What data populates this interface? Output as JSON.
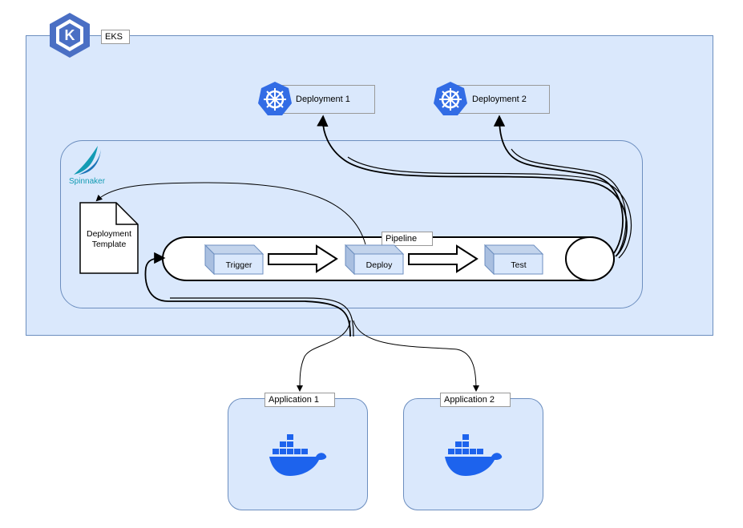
{
  "eks": {
    "label": "EKS"
  },
  "deployments": [
    {
      "label": "Deployment 1"
    },
    {
      "label": "Deployment 2"
    }
  ],
  "spinnaker": {
    "logo_text": "Spinnaker"
  },
  "template": {
    "line1": "Deployment",
    "line2": "Template"
  },
  "pipeline": {
    "label": "Pipeline",
    "stages": [
      {
        "label": "Trigger"
      },
      {
        "label": "Deploy"
      },
      {
        "label": "Test"
      }
    ]
  },
  "applications": [
    {
      "label": "Application 1"
    },
    {
      "label": "Application 2"
    }
  ],
  "colors": {
    "container_fill": "#dae8fc",
    "container_stroke": "#6c8ebf",
    "kubernetes_blue": "#326ce5",
    "docker_blue": "#1d63ed",
    "spinnaker_blue": "#139bb4",
    "eks_hex": "#4a6fc4"
  }
}
